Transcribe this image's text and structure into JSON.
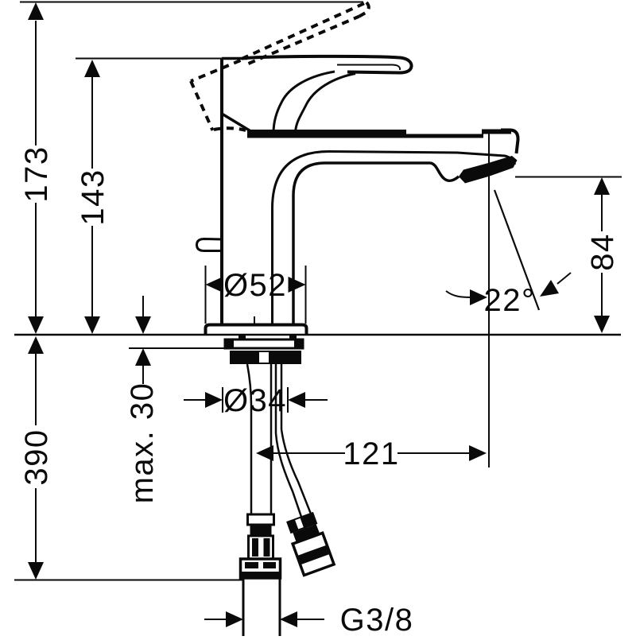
{
  "diagram": {
    "subject": "single-lever basin mixer faucet - technical dimension drawing, side view",
    "colors": {
      "line": "#0a0a0a",
      "background": "#ffffff"
    },
    "dimension_labels": {
      "total_height": "173",
      "height_to_spout_top": "143",
      "length_below_deck": "390",
      "max_deck_thickness": "max. 30",
      "base_diameter": "Ø52",
      "shank_diameter": "Ø34",
      "spout_outlet_height": "84",
      "spray_angle": "22°",
      "spout_reach": "121",
      "connection_thread": "G3/8"
    }
  }
}
